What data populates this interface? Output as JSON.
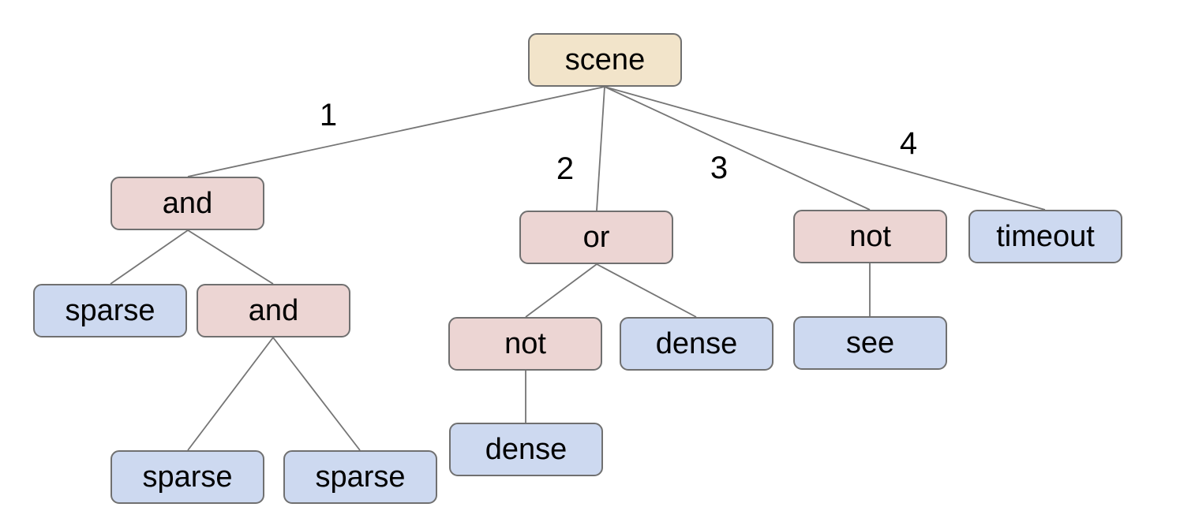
{
  "diagram": {
    "background_color": "#ffffff",
    "colors": {
      "root_fill": "#f2e4ca",
      "operator_fill": "#ecd5d3",
      "leaf_fill": "#cdd9f0",
      "node_border": "#707070",
      "edge_line": "#757575",
      "text": "#000000"
    },
    "tree": {
      "root": {
        "label": "scene",
        "children": [
          {
            "edge_label": "1",
            "label": "and",
            "children": [
              {
                "label": "sparse",
                "children": []
              },
              {
                "label": "and",
                "children": [
                  {
                    "label": "sparse",
                    "children": []
                  },
                  {
                    "label": "sparse",
                    "children": []
                  }
                ]
              }
            ]
          },
          {
            "edge_label": "2",
            "label": "or",
            "children": [
              {
                "label": "not",
                "children": [
                  {
                    "label": "dense",
                    "children": []
                  }
                ]
              },
              {
                "label": "dense",
                "children": []
              }
            ]
          },
          {
            "edge_label": "3",
            "label": "not",
            "children": [
              {
                "label": "see",
                "children": []
              }
            ]
          },
          {
            "edge_label": "4",
            "label": "timeout",
            "children": []
          }
        ]
      }
    }
  }
}
